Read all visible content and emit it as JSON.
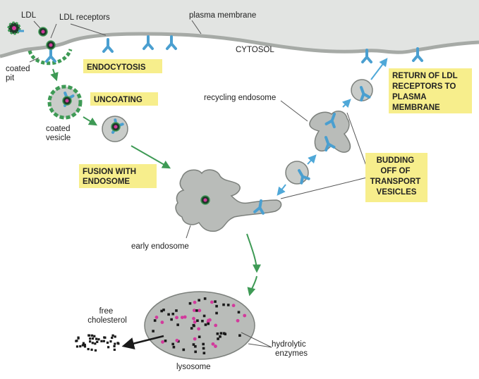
{
  "labels": {
    "ldl": "LDL",
    "ldl_receptors": "LDL receptors",
    "plasma_membrane": "plasma membrane",
    "cytosol": "CYTOSOL",
    "coated_pit": [
      "coated",
      "pit"
    ],
    "coated_vesicle": [
      "coated",
      "vesicle"
    ],
    "recycling_endosome": "recycling endosome",
    "early_endosome": "early endosome",
    "free_cholesterol": [
      "free",
      "cholesterol"
    ],
    "hydrolytic_enzymes": [
      "hydrolytic",
      "enzymes"
    ],
    "lysosome": "lysosome"
  },
  "steps": {
    "endocytosis": [
      "ENDOCYTOSIS"
    ],
    "uncoating": [
      "UNCOATING"
    ],
    "fusion": [
      "FUSION WITH",
      "ENDOSOME"
    ],
    "budding": [
      "BUDDING",
      "OFF OF",
      "TRANSPORT",
      "VESICLES"
    ],
    "return": [
      "RETURN OF LDL",
      "RECEPTORS TO",
      "PLASMA",
      "MEMBRANE"
    ]
  },
  "colors": {
    "cytosol": "#e2e4e2",
    "membrane": "#a6aaa6",
    "organelle": "#b9bcb9",
    "organelle_stroke": "#7c807c",
    "receptor": "#4a9fd0",
    "receptor_dark": "#2f7fb2",
    "coat": "#3e9a55",
    "arrow_green": "#3e9a55",
    "arrow_blue": "#4fa8d8",
    "label_box": "#f7ee8c",
    "enzyme": "#d23a9c",
    "particle": "#1a1a1a"
  }
}
